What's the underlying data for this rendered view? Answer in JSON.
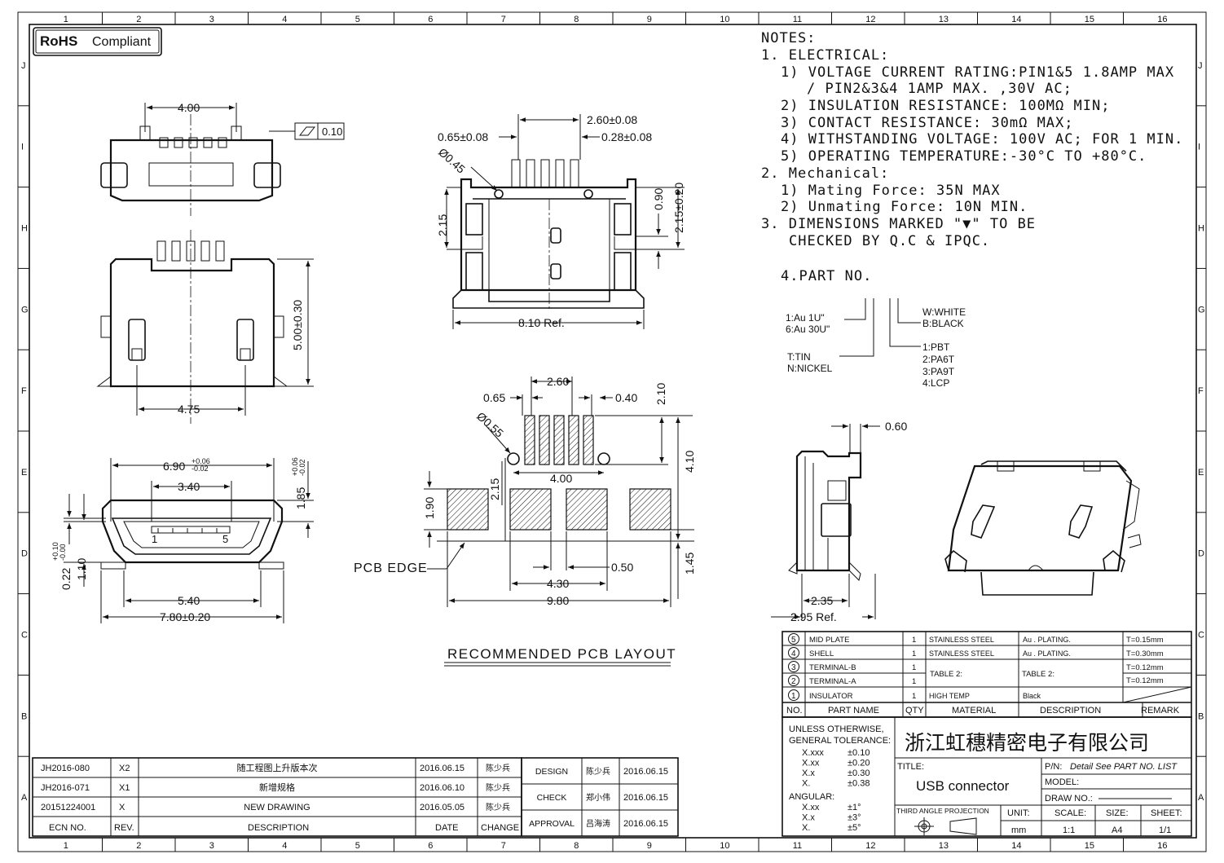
{
  "border": {
    "col_labels": [
      "1",
      "2",
      "3",
      "4",
      "5",
      "6",
      "7",
      "8",
      "9",
      "10",
      "11",
      "12",
      "13",
      "14",
      "15",
      "16"
    ],
    "row_labels": [
      "J",
      "I",
      "H",
      "G",
      "F",
      "E",
      "D",
      "C",
      "B",
      "A"
    ]
  },
  "badge": {
    "bold": "RoHS",
    "text": "Compliant"
  },
  "notes": {
    "title": "NOTES:",
    "electrical": "1. ELECTRICAL:",
    "e1": "1) VOLTAGE CURRENT RATING:PIN1&5 1.8AMP MAX",
    "e1b": "/ PIN2&3&4 1AMP MAX. ,30V AC;",
    "e2": "2) INSULATION RESISTANCE: 100MΩ MIN;",
    "e3": "3) CONTACT RESISTANCE: 30mΩ MAX;",
    "e4": "4) WITHSTANDING VOLTAGE: 100V AC; FOR 1 MIN.",
    "e5": "5) OPERATING TEMPERATURE:-30°C TO +80°C.",
    "mechanical": "2. Mechanical:",
    "m1": "1) Mating Force:  35N MAX",
    "m2": "2) Unmating Force:  10N MIN.",
    "n3a": "3. DIMENSIONS MARKED \"▼\" TO BE",
    "n3b": "CHECKED BY Q.C & IPQC.",
    "part_no": "4.PART NO.",
    "code_plating_1": "1:Au 1U\"",
    "code_plating_2": "6:Au 30U\"",
    "code_tin_1": "T:TIN",
    "code_tin_2": "N:NICKEL",
    "code_color_1": "W:WHITE",
    "code_color_2": "B:BLACK",
    "code_mat_1": "1:PBT",
    "code_mat_2": "2:PA6T",
    "code_mat_3": "3:PA9T",
    "code_mat_4": "4:LCP"
  },
  "dims": {
    "top_width": "4.00",
    "flatness": "0.10",
    "body_len": "5.00±0.30",
    "post_span": "4.75",
    "front_pitch": "2.60±0.08",
    "front_065": "0.65±0.08",
    "front_028": "0.28±0.08",
    "front_hole": "Ø0.45",
    "front_h1": "2.15",
    "front_090": "0.90",
    "front_h2": "2.15±0.20",
    "front_ref": "8.10 Ref.",
    "face_w": "6.90",
    "face_w_tol_up": "+0.06",
    "face_w_tol_dn": "-0.02",
    "face_h": "1.85",
    "face_h_tol_up": "+0.06",
    "face_h_tol_dn": "-0.02",
    "face_inner": "3.40",
    "face_022": "0.22",
    "face_022_up": "+0.10",
    "face_022_dn": "-0.00",
    "face_110": "1.10",
    "face_540": "5.40",
    "face_780": "7.80±0.20",
    "pin1": "1",
    "pin5": "5",
    "pcb_260": "2.60",
    "pcb_065": "0.65",
    "pcb_040": "0.40",
    "pcb_210": "2.10",
    "pcb_hole": "Ø0.55",
    "pcb_215": "2.15",
    "pcb_400": "4.00",
    "pcb_410": "4.10",
    "pcb_190": "1.90",
    "pcb_145": "1.45",
    "pcb_050": "0.50",
    "pcb_430": "4.30",
    "pcb_980": "9.80",
    "pcb_edge": "PCB EDGE",
    "layout_title": "RECOMMENDED PCB LAYOUT",
    "side_060": "0.60",
    "side_235": "2.35",
    "side_295": "2.95 Ref."
  },
  "bom": {
    "rows": [
      {
        "no": "5",
        "name": "MID PLATE",
        "qty": "1",
        "material": "STAINLESS STEEL",
        "desc": "Au . PLATING.",
        "remark": "T=0.15mm"
      },
      {
        "no": "4",
        "name": "SHELL",
        "qty": "1",
        "material": "STAINLESS STEEL",
        "desc": "Au . PLATING.",
        "remark": "T=0.30mm"
      },
      {
        "no": "3",
        "name": "TERMINAL-B",
        "qty": "1",
        "material": "",
        "desc": "",
        "remark": "T=0.12mm"
      },
      {
        "no": "2",
        "name": "TERMINAL-A",
        "qty": "1",
        "material": "",
        "desc": "",
        "remark": "T=0.12mm"
      },
      {
        "no": "1",
        "name": "INSULATOR",
        "qty": "1",
        "material": "HIGH TEMP",
        "desc": "Black",
        "remark": ""
      }
    ],
    "table2_mat": "TABLE 2:",
    "table2_desc": "TABLE 2:",
    "header": {
      "no": "NO.",
      "name": "PART NAME",
      "qty": "QTY",
      "material": "MATERIAL",
      "desc": "DESCRIPTION",
      "remark": "REMARK"
    }
  },
  "tolerance": {
    "line1": "UNLESS OTHERWISE,",
    "line2": "GENERAL TOLERANCE:",
    "rows": [
      [
        "X.xxx",
        "±0.10"
      ],
      [
        "X.xx",
        "±0.20"
      ],
      [
        "X.x",
        "±0.30"
      ],
      [
        "X.",
        "±0.38"
      ]
    ],
    "angular": "ANGULAR:",
    "arows": [
      [
        "X.xx",
        "±1°"
      ],
      [
        "X.x",
        "±3°"
      ],
      [
        "X.",
        "±5°"
      ]
    ]
  },
  "title_block": {
    "company": "浙江虹穗精密电子有限公司",
    "title_label": "TITLE:",
    "title": "USB connector",
    "pn_label": "P/N:",
    "pn": "Detail See PART NO. LIST",
    "model_label": "MODEL:",
    "drawno_label": "DRAW NO.:",
    "projection": "THIRD ANGLE PROJECTION",
    "unit_label": "UNIT:",
    "unit": "mm",
    "scale_label": "SCALE:",
    "scale": "1:1",
    "size_label": "SIZE:",
    "size": "A4",
    "sheet_label": "SHEET:",
    "sheet": "1/1"
  },
  "approval": [
    {
      "role": "DESIGN",
      "name": "陈少兵",
      "date": "2016.06.15"
    },
    {
      "role": "CHECK",
      "name": "郑小伟",
      "date": "2016.06.15"
    },
    {
      "role": "APPROVAL",
      "name": "吕海涛",
      "date": "2016.06.15"
    }
  ],
  "revisions": {
    "rows": [
      {
        "ecn": "JH2016-080",
        "rev": "X2",
        "desc": "随工程图上升版本次",
        "date": "2016.06.15",
        "by": "陈少兵"
      },
      {
        "ecn": "JH2016-071",
        "rev": "X1",
        "desc": "新增规格",
        "date": "2016.06.10",
        "by": "陈少兵"
      },
      {
        "ecn": "20151224001",
        "rev": "X",
        "desc": "NEW DRAWING",
        "date": "2016.05.05",
        "by": "陈少兵"
      }
    ],
    "header": {
      "ecn": "ECN NO.",
      "rev": "REV.",
      "desc": "DESCRIPTION",
      "date": "DATE",
      "by": "CHANGE"
    }
  }
}
